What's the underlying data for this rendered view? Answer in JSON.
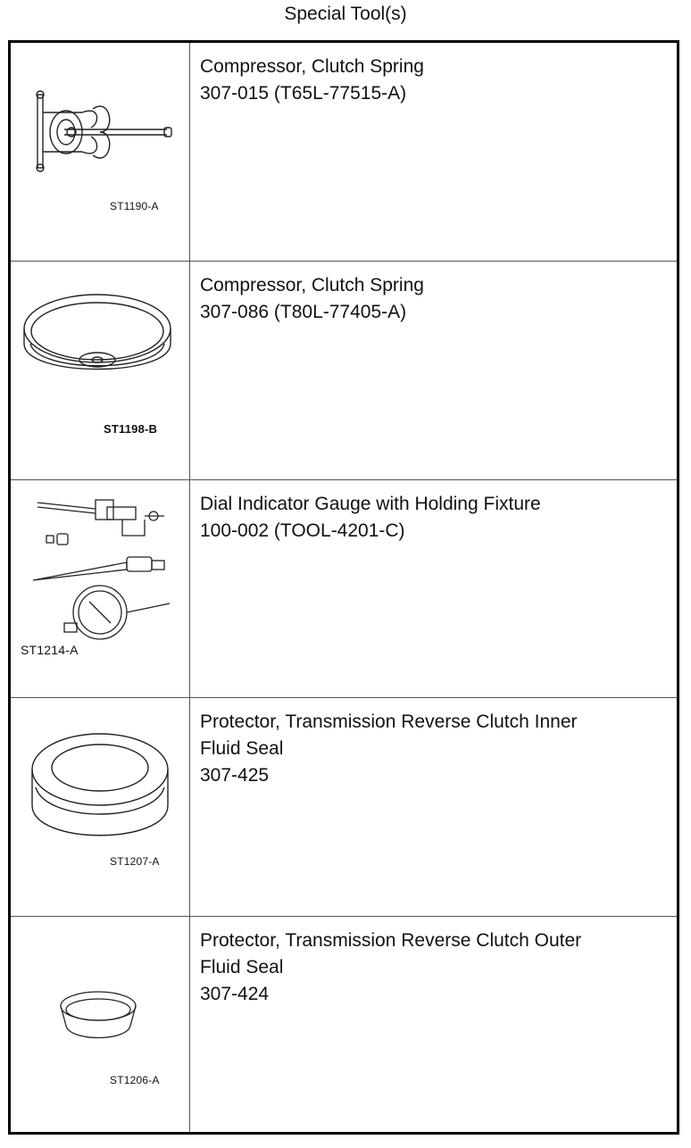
{
  "title": "Special Tool(s)",
  "tools": [
    {
      "ref": "ST1190-A",
      "lines": [
        "Compressor, Clutch Spring",
        "307-015 (T65L-77515-A)"
      ]
    },
    {
      "ref": "ST1198-B",
      "lines": [
        "Compressor, Clutch Spring",
        "307-086 (T80L-77405-A)"
      ]
    },
    {
      "ref": "ST1214-A",
      "lines": [
        "Dial Indicator Gauge with Holding Fixture",
        "100-002 (TOOL-4201-C)"
      ]
    },
    {
      "ref": "ST1207-A",
      "lines": [
        "Protector, Transmission Reverse Clutch Inner",
        "Fluid Seal",
        "307-425"
      ]
    },
    {
      "ref": "ST1206-A",
      "lines": [
        "Protector, Transmission Reverse Clutch Outer",
        "Fluid Seal",
        "307-424"
      ]
    }
  ]
}
